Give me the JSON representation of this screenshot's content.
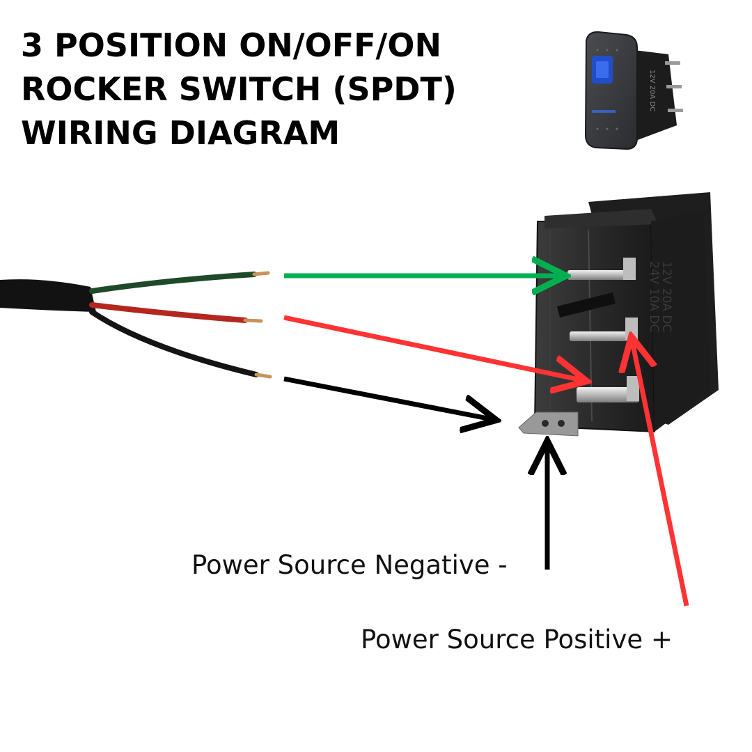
{
  "title": {
    "lines": [
      "3 POSITION ON/OFF/ON",
      "ROCKER SWITCH (SPDT)",
      "WIRING DIAGRAM"
    ]
  },
  "labels": {
    "negative": "Power Source Negative -",
    "positive": "Power Source Positive +"
  },
  "switch_marking": {
    "line1": "12V 20A DC",
    "line2": "24V 10A DC"
  },
  "colors": {
    "green_arrow": "#00b050",
    "red_arrow": "#ff3333",
    "black_arrow": "#000000",
    "green_wire": "#1f4a2a",
    "red_wire": "#b3271e",
    "black_wire": "#141414",
    "switch_led": "#1f4fd8"
  },
  "icons": [
    "switch-photo-icon",
    "led-icon",
    "wire-cable-icon"
  ]
}
